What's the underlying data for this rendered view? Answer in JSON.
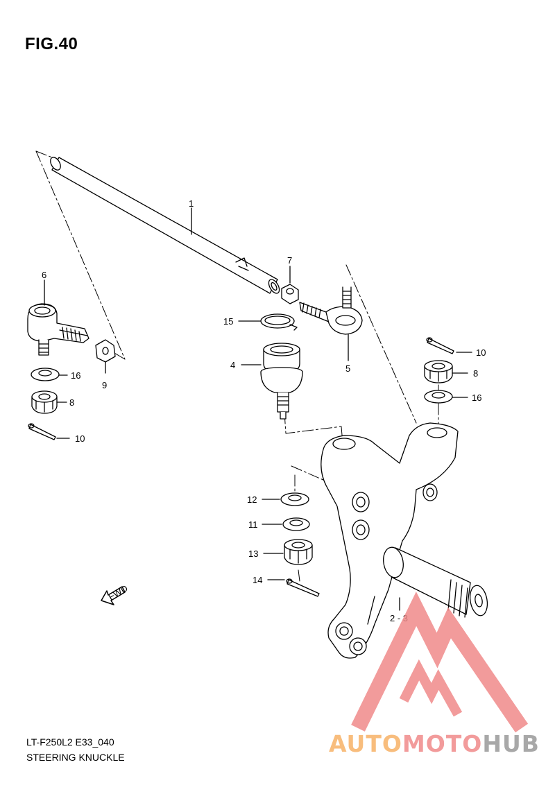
{
  "figure": {
    "title": "FIG.40",
    "model_code": "LT-F250L2 E33_040",
    "name": "STEERING KNUCKLE"
  },
  "fwd_label": "FWD",
  "callouts": [
    {
      "id": "c1",
      "label": "1"
    },
    {
      "id": "c23",
      "label": "2 - 3"
    },
    {
      "id": "c4",
      "label": "4"
    },
    {
      "id": "c5",
      "label": "5"
    },
    {
      "id": "c6",
      "label": "6"
    },
    {
      "id": "c7",
      "label": "7"
    },
    {
      "id": "c8a",
      "label": "8"
    },
    {
      "id": "c8b",
      "label": "8"
    },
    {
      "id": "c9",
      "label": "9"
    },
    {
      "id": "c10a",
      "label": "10"
    },
    {
      "id": "c10b",
      "label": "10"
    },
    {
      "id": "c11",
      "label": "11"
    },
    {
      "id": "c12",
      "label": "12"
    },
    {
      "id": "c13",
      "label": "13"
    },
    {
      "id": "c14",
      "label": "14"
    },
    {
      "id": "c15",
      "label": "15"
    },
    {
      "id": "c16a",
      "label": "16"
    },
    {
      "id": "c16b",
      "label": "16"
    }
  ],
  "watermark": {
    "part1": "AUTO",
    "part2": "MOTO",
    "part3": "HUB",
    "color_orange": "#f7b267",
    "color_red": "#f08a8a",
    "color_gray": "#9a9a9a"
  }
}
